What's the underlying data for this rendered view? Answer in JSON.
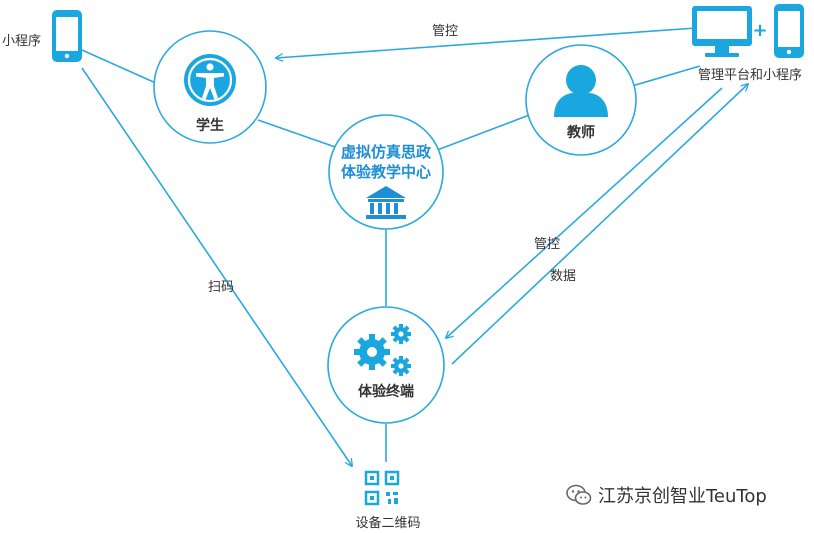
{
  "labels": {
    "phone_left": "小程序",
    "mgmt": "管理平台和小程序",
    "student": "学生",
    "teacher": "教师",
    "center_line1": "虚拟仿真思政",
    "center_line2": "体验教学中心",
    "terminal": "体验终端",
    "qrcode": "设备二维码",
    "arrow_top": "管控",
    "arrow_manage": "管控",
    "arrow_data": "数据",
    "arrow_scan": "扫码",
    "plus": "+"
  },
  "watermark": {
    "text": "江苏京创智业TeuTop"
  },
  "colors": {
    "accent": "#1aa7e0",
    "line": "#2aa9de",
    "node_fill": "#ffffff",
    "text_dark": "#333333",
    "text_blue": "#1e8fd6"
  },
  "icons": {
    "phone": "smartphone-icon",
    "monitor": "monitor-icon",
    "student": "accessibility-person-icon",
    "teacher": "user-icon",
    "center": "museum-building-icon",
    "terminal": "gears-icon",
    "qrcode": "qrcode-icon",
    "watermark": "wechat-icon"
  }
}
